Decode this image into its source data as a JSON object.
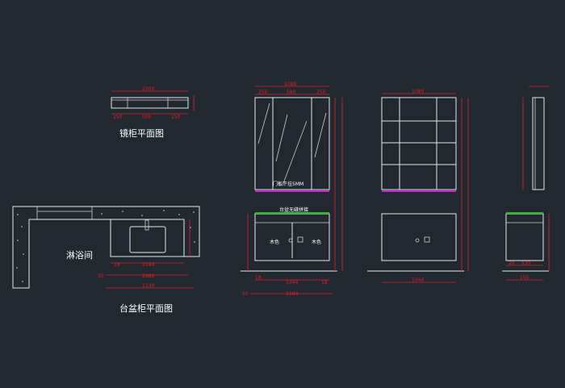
{
  "labels": {
    "mirror_plan": "镜柜平面图",
    "basin_plan": "台盆柜平面图",
    "shower": "淋浴间",
    "door_note": "门板下挂5MM",
    "basin_note": "台盆无缝拼接",
    "wood_left": "木色",
    "wood_right": "木色"
  },
  "dims": {
    "mp_1000": "1000",
    "mp_250a": "250",
    "mp_500": "500",
    "mp_250b": "250",
    "bp_1044": "1044",
    "bp_1080": "1080",
    "bp_1130": "1130",
    "bp_18": "18",
    "bp_50": "50",
    "fe_1080": "1080",
    "fe_250a": "250",
    "fe_580": "580",
    "fe_250b": "250",
    "fe_1044": "1044",
    "fe_1080b": "1080",
    "fe_18a": "18",
    "fe_18b": "18",
    "fe_50": "50",
    "ie_1080": "1080",
    "ie_1044": "1044",
    "se_150": "150",
    "se_530": "530",
    "se_20": "20"
  },
  "colors": {
    "background": "#212830",
    "line": "#e6e6e6",
    "dimension": "#e0202a",
    "accent_magenta": "#d020d0",
    "accent_green": "#20c020"
  }
}
